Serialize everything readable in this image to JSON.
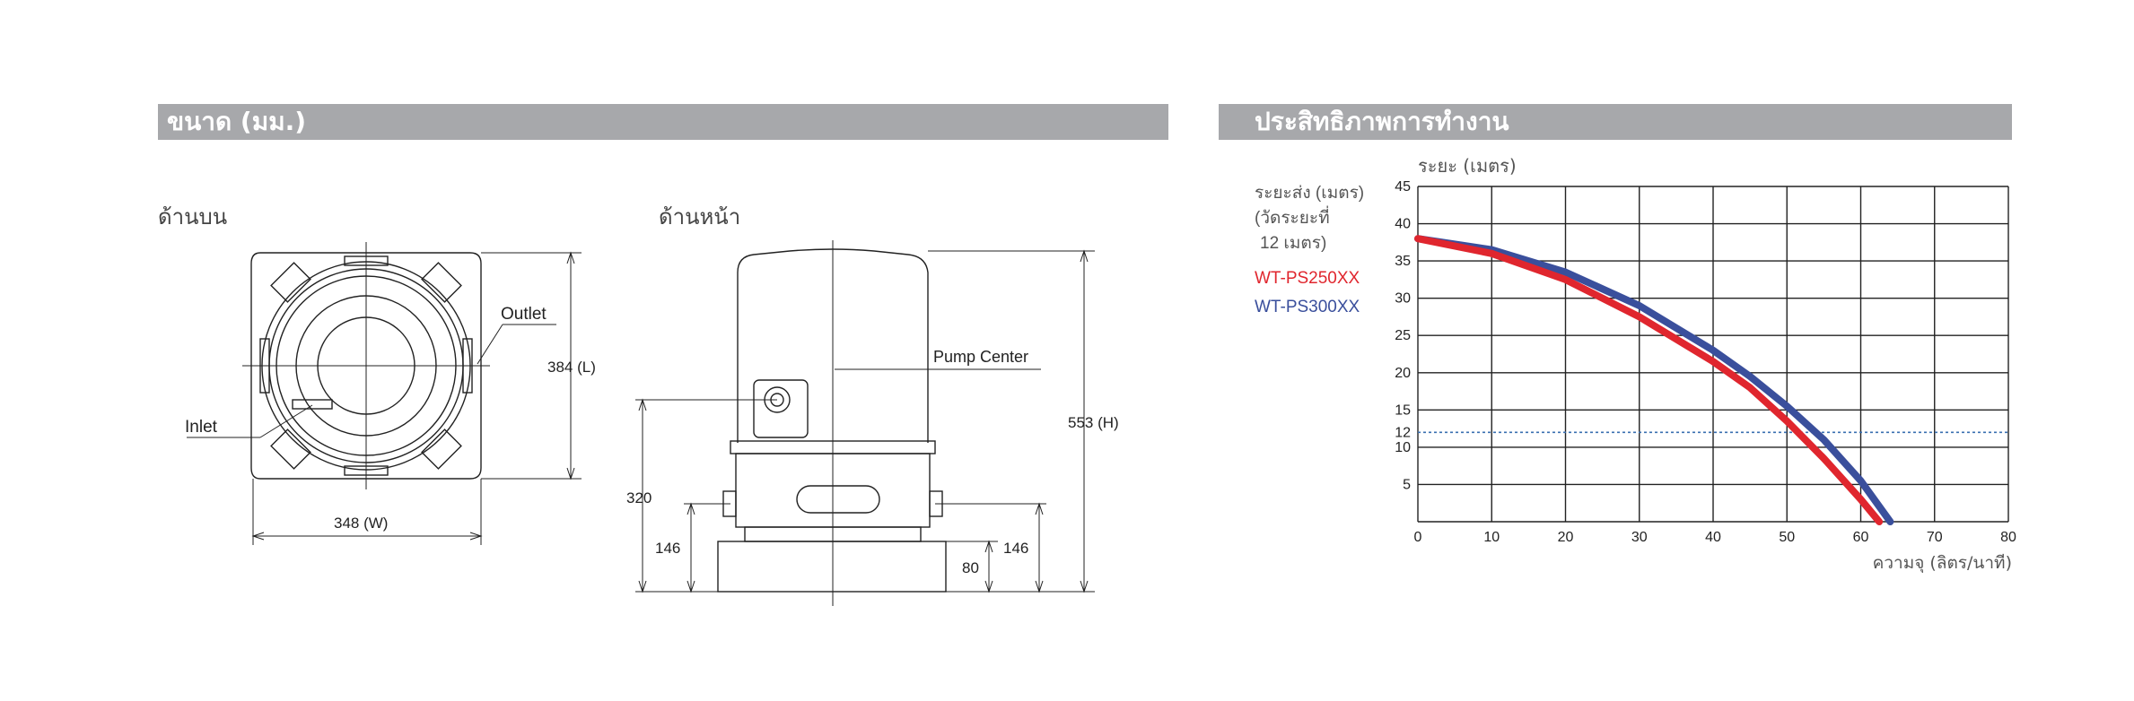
{
  "sections": {
    "dimensions_title": "ขนาด (มม.)",
    "performance_title": "ประสิทธิภาพการทำงาน"
  },
  "top_view": {
    "label": "ด้านบน",
    "outlet": "Outlet",
    "inlet": "Inlet",
    "length": "384 (L)",
    "width": "348 (W)"
  },
  "front_view": {
    "label": "ด้านหน้า",
    "pump_center": "Pump Center",
    "height": "553 (H)",
    "dim_320": "320",
    "dim_146_left": "146",
    "dim_146_right": "146",
    "dim_80": "80"
  },
  "legend": {
    "head_label_1": "ระยะส่ง (เมตร)",
    "head_label_2": "(วัดระยะที่",
    "head_label_3": "12 เมตร)",
    "model_a": "WT-PS250XX",
    "model_b": "WT-PS300XX"
  },
  "colors": {
    "model_a": "#e0262e",
    "model_b": "#3a4f9c",
    "reference": "#3a6fb0"
  },
  "chart_data": {
    "type": "line",
    "ylabel": "ระยะ (เมตร)",
    "xlabel": "ความจุ (ลิตร/นาที)",
    "xlim": [
      0,
      80
    ],
    "ylim": [
      0,
      45
    ],
    "x_ticks": [
      "0",
      "10",
      "20",
      "30",
      "40",
      "50",
      "60",
      "70",
      "80"
    ],
    "y_ticks": [
      "5",
      "10",
      "12",
      "15",
      "20",
      "25",
      "30",
      "35",
      "40",
      "45"
    ],
    "grid": true,
    "reference_line_y": 12,
    "series": [
      {
        "name": "WT-PS250XX",
        "x": [
          0,
          10,
          20,
          30,
          40,
          45,
          50,
          55,
          60,
          62.5
        ],
        "y": [
          38,
          36,
          32.5,
          27.5,
          21.5,
          18,
          13.5,
          8.5,
          3,
          0
        ]
      },
      {
        "name": "WT-PS300XX",
        "x": [
          0,
          10,
          20,
          30,
          40,
          45,
          50,
          55,
          60,
          64
        ],
        "y": [
          38,
          36.5,
          33.5,
          29,
          23,
          19.5,
          15.5,
          11,
          5.5,
          0
        ]
      }
    ]
  }
}
